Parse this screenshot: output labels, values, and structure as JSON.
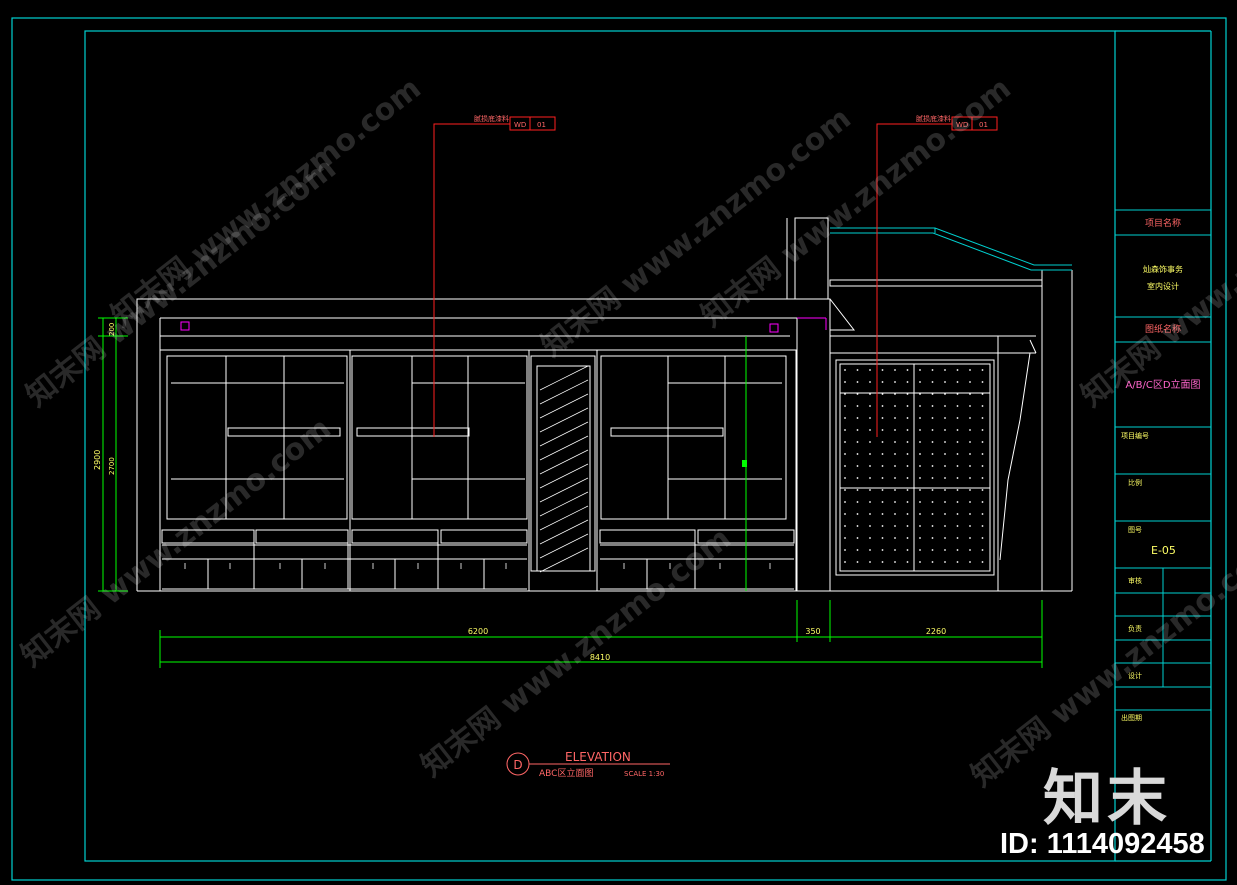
{
  "drawing": {
    "callouts": [
      {
        "label": "腻损底漆料",
        "code": "WD",
        "num": "01"
      },
      {
        "label": "腻损底漆料",
        "code": "WD",
        "num": "01"
      }
    ],
    "dimensions": {
      "vertical_outer": "2900",
      "vertical_top": "200",
      "vertical_inner": "2700",
      "h_left": "6200",
      "h_mid": "350",
      "h_right": "2260",
      "h_total": "8410"
    },
    "title_symbol": "D",
    "title_main": "ELEVATION",
    "title_sub": "ABC区立面图",
    "scale": "SCALE  1:30"
  },
  "title_block": {
    "project_name_label": "项目名称",
    "project_name_line1": "灿森饰事务",
    "project_name_line2": "室内设计",
    "drawing_name_label": "图纸名称",
    "drawing_name": "A/B/C区D立面图",
    "project_no_label": "项目编号",
    "ratio_label": "比例",
    "drawing_no_label": "图号",
    "drawing_no": "E-05",
    "review_label": "审核",
    "responsible_label": "负责",
    "design_label": "设计",
    "date_label": "出图期"
  },
  "watermark": {
    "text": "知末网 www.znzmo.com",
    "logo": "知末",
    "id": "ID: 1114092458"
  },
  "colors": {
    "frame": "#00d0d0",
    "lines": "#ffffff",
    "dimension": "#00ff00",
    "callout": "#ff2020",
    "title": "#ff6666",
    "accent": "#ff00ff"
  }
}
